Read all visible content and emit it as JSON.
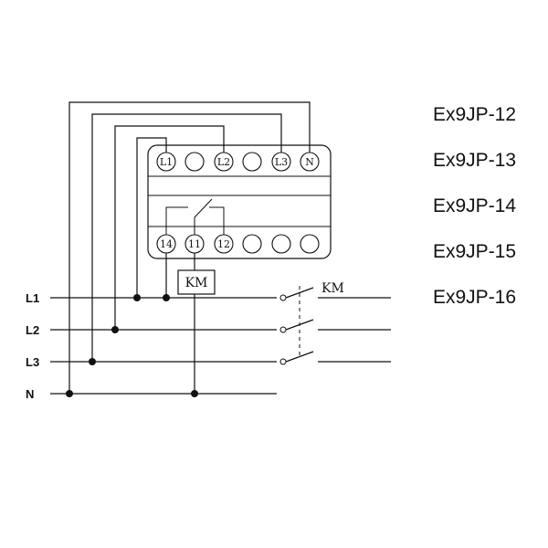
{
  "terminals_top": [
    "L1",
    "",
    "L2",
    "",
    "L3",
    "N"
  ],
  "terminals_bottom": [
    "14",
    "11",
    "12",
    "",
    "",
    ""
  ],
  "coil_label": "KM",
  "contactor_label": "KM",
  "lines": [
    "L1",
    "L2",
    "L3",
    "N"
  ],
  "models": [
    "Ex9JP-12",
    "Ex9JP-13",
    "Ex9JP-14",
    "Ex9JP-15",
    "Ex9JP-16"
  ]
}
